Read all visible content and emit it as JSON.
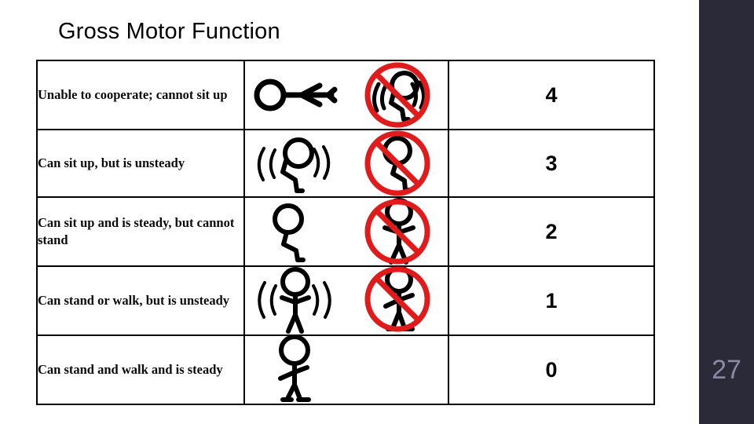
{
  "slide": {
    "title": "Gross Motor Function",
    "number": "27",
    "background_color": "#ffffff",
    "rail_color": "#2b2a38",
    "number_color": "#8b8aa0",
    "prohibition_color": "#e01b1b",
    "figure_color": "#000000"
  },
  "table": {
    "columns": [
      "description",
      "illustration",
      "score"
    ],
    "rows": [
      {
        "description": "Unable to cooperate;  cannot sit up",
        "score": "4",
        "able_pose": "lying-down-figure",
        "prohibited_pose": "unsteady-sitting-figure",
        "has_prohibition": true
      },
      {
        "description": "Can sit up, but is unsteady",
        "score": "3",
        "able_pose": "unsteady-sitting-figure",
        "prohibited_pose": "steady-sitting-figure",
        "has_prohibition": true
      },
      {
        "description": "Can sit up and is steady, but cannot stand",
        "score": "2",
        "able_pose": "steady-sitting-figure",
        "prohibited_pose": "standing-figure",
        "has_prohibition": true
      },
      {
        "description": "Can stand or walk, but is unsteady",
        "score": "1",
        "able_pose": "unsteady-standing-figure",
        "prohibited_pose": "steady-standing-figure",
        "has_prohibition": true
      },
      {
        "description": "Can stand and walk and is steady",
        "score": "0",
        "able_pose": "steady-standing-figure",
        "prohibited_pose": "",
        "has_prohibition": false
      }
    ]
  }
}
